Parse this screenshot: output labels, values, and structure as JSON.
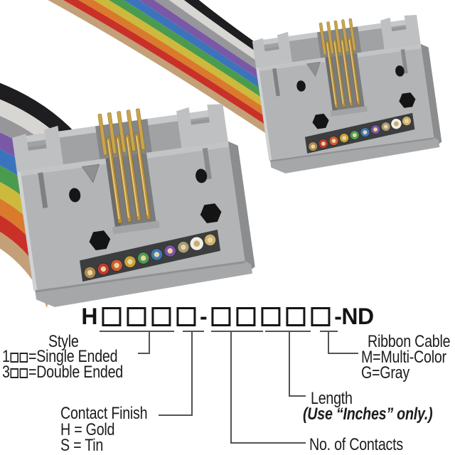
{
  "part_number": {
    "prefix": "H",
    "dash": "-",
    "suffix": "-ND",
    "group1_boxes": 4,
    "group2_boxes": 5
  },
  "legend": {
    "style": {
      "label": "Style",
      "option1_prefix": "1",
      "option1_suffix": "=Single Ended",
      "option2_prefix": "3",
      "option2_suffix": "=Double Ended"
    },
    "contact_finish": {
      "label": "Contact Finish",
      "option1": "H = Gold",
      "option2": "S = Tin"
    },
    "ribbon_cable": {
      "label": "Ribbon Cable",
      "option1": "M=Multi-Color",
      "option2": "G=Gray"
    },
    "length": {
      "label": "Length",
      "note": "(Use “Inches” only.)"
    },
    "contacts": {
      "label": "No. of Contacts"
    }
  },
  "photo": {
    "connector_count": 2,
    "body_color": "#b2b4b6",
    "pin_color": "#c9a44c",
    "ribbon_colors": [
      "#1e1e20",
      "#d7d6d2",
      "#97979b",
      "#7a58a6",
      "#3c73bd",
      "#4b9b4e",
      "#cdb93c",
      "#d97a2d",
      "#c93128",
      "#c3a077"
    ],
    "wire_end_colors": [
      "#b08a50",
      "#c23a30",
      "#d05c32",
      "#c9a238",
      "#4f9c52",
      "#3d79ba",
      "#7b54a4",
      "#a79a76",
      "#efeeea",
      "#cdb26d"
    ]
  }
}
